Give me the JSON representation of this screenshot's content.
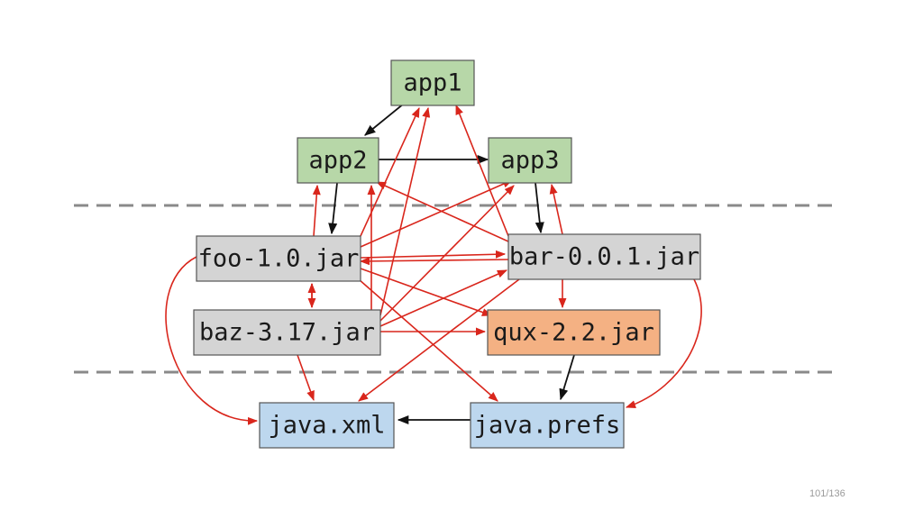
{
  "colors": {
    "app": "#b7d7a8",
    "jar": "#d4d4d4",
    "highlight": "#f4b183",
    "jdk": "#bdd7ee",
    "arrow_black": "#111111",
    "arrow_red": "#d9261c",
    "separator": "#8a8a8a"
  },
  "nodes": [
    {
      "id": "app1",
      "label": "app1",
      "kind": "app"
    },
    {
      "id": "app2",
      "label": "app2",
      "kind": "app"
    },
    {
      "id": "app3",
      "label": "app3",
      "kind": "app"
    },
    {
      "id": "foo",
      "label": "foo-1.0.jar",
      "kind": "jar"
    },
    {
      "id": "bar",
      "label": "bar-0.0.1.jar",
      "kind": "jar"
    },
    {
      "id": "baz",
      "label": "baz-3.17.jar",
      "kind": "jar"
    },
    {
      "id": "qux",
      "label": "qux-2.2.jar",
      "kind": "highlight"
    },
    {
      "id": "javaxml",
      "label": "java.xml",
      "kind": "jdk"
    },
    {
      "id": "javaprefs",
      "label": "java.prefs",
      "kind": "jdk"
    }
  ],
  "edges": [
    {
      "from": "app1",
      "to": "app2",
      "color": "black"
    },
    {
      "from": "app2",
      "to": "app3",
      "color": "black"
    },
    {
      "from": "app2",
      "to": "foo",
      "color": "black"
    },
    {
      "from": "app3",
      "to": "bar",
      "color": "black"
    },
    {
      "from": "qux",
      "to": "javaprefs",
      "color": "black"
    },
    {
      "from": "javaprefs",
      "to": "javaxml",
      "color": "black"
    },
    {
      "from": "foo",
      "to": "app2",
      "color": "red"
    },
    {
      "from": "foo",
      "to": "app1",
      "color": "red"
    },
    {
      "from": "foo",
      "to": "app3",
      "color": "red"
    },
    {
      "from": "foo",
      "to": "bar",
      "color": "red"
    },
    {
      "from": "foo",
      "to": "qux",
      "color": "red"
    },
    {
      "from": "foo",
      "to": "javaprefs",
      "color": "red"
    },
    {
      "from": "foo",
      "to": "javaxml",
      "color": "red"
    },
    {
      "from": "foo",
      "to": "baz",
      "color": "red"
    },
    {
      "from": "baz",
      "to": "foo",
      "color": "red"
    },
    {
      "from": "baz",
      "to": "app1",
      "color": "red"
    },
    {
      "from": "baz",
      "to": "app2",
      "color": "red"
    },
    {
      "from": "baz",
      "to": "app3",
      "color": "red"
    },
    {
      "from": "baz",
      "to": "bar",
      "color": "red"
    },
    {
      "from": "baz",
      "to": "qux",
      "color": "red"
    },
    {
      "from": "baz",
      "to": "javaxml",
      "color": "red"
    },
    {
      "from": "bar",
      "to": "app1",
      "color": "red"
    },
    {
      "from": "bar",
      "to": "app2",
      "color": "red"
    },
    {
      "from": "bar",
      "to": "app3",
      "color": "red"
    },
    {
      "from": "bar",
      "to": "foo",
      "color": "red"
    },
    {
      "from": "bar",
      "to": "qux",
      "color": "red"
    },
    {
      "from": "bar",
      "to": "javaxml",
      "color": "red"
    },
    {
      "from": "bar",
      "to": "javaprefs",
      "color": "red"
    }
  ],
  "page_number": "101/136"
}
